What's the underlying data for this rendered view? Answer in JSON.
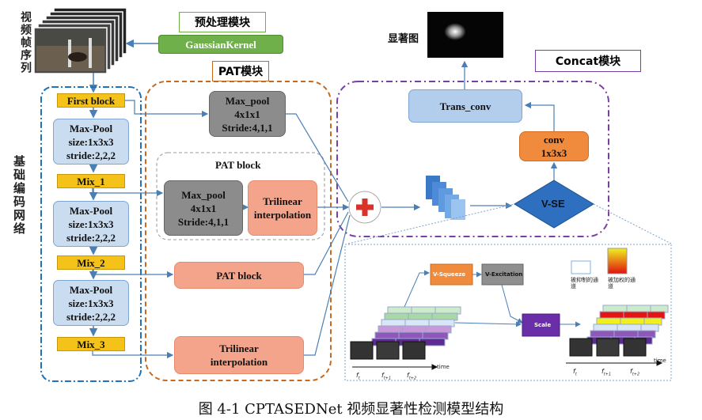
{
  "left_column_label": "视频帧序列",
  "encoder_label": "基础编码网络",
  "preprocess_title": "预处理模块",
  "gaussian_kernel": "GaussianKernel",
  "pat_module_title": "PAT模块",
  "concat_title": "Concat模块",
  "saliency_label": "显著图",
  "encoder": {
    "first_block": "First block",
    "maxpool_1": "Max-Pool\nsize:1x3x3\nstride:2,2,2",
    "mix_1": "Mix_1",
    "maxpool_2": "Max-Pool\nsize:1x3x3\nstride:2,2,2",
    "mix_2": "Mix_2",
    "maxpool_3": "Max-Pool\nsize:1x3x3\nstride:2,2,2",
    "mix_3": "Mix_3"
  },
  "pat": {
    "maxpool_top": "Max_pool\n4x1x1\nStride:4,1,1",
    "pat_block_title": "PAT block",
    "maxpool_inner": "Max_pool\n4x1x1\nStride:4,1,1",
    "trilinear_inner": "Trilinear\ninterpolation",
    "pat_block_box": "PAT  block",
    "trilinear_bottom": "Trilinear\ninterpolation"
  },
  "concat": {
    "trans_conv": "Trans_conv",
    "conv": "conv\n1x3x3",
    "vse": "V-SE"
  },
  "detail": {
    "v_squeeze": "V-Squeeze",
    "v_excitation": "V-Excitation",
    "scale": "Scale",
    "suppressed": "被抑制的通道",
    "enhanced": "被加权的通道",
    "time": "time",
    "f_t": "f",
    "f_t1": "f",
    "f_t2": "f",
    "f_t_sub": "t",
    "f_t1_sub": "t+1",
    "f_t2_sub": "t+2"
  },
  "caption": "图 4-1 CPTASEDNet 视频显著性检测模型结构",
  "colors": {
    "encoder_border": "#1f73b8",
    "pat_border": "#c8691f",
    "concat_border": "#7a3fa5",
    "arrow": "#4a7fb5",
    "vse_fill": "#2f6fc0"
  }
}
